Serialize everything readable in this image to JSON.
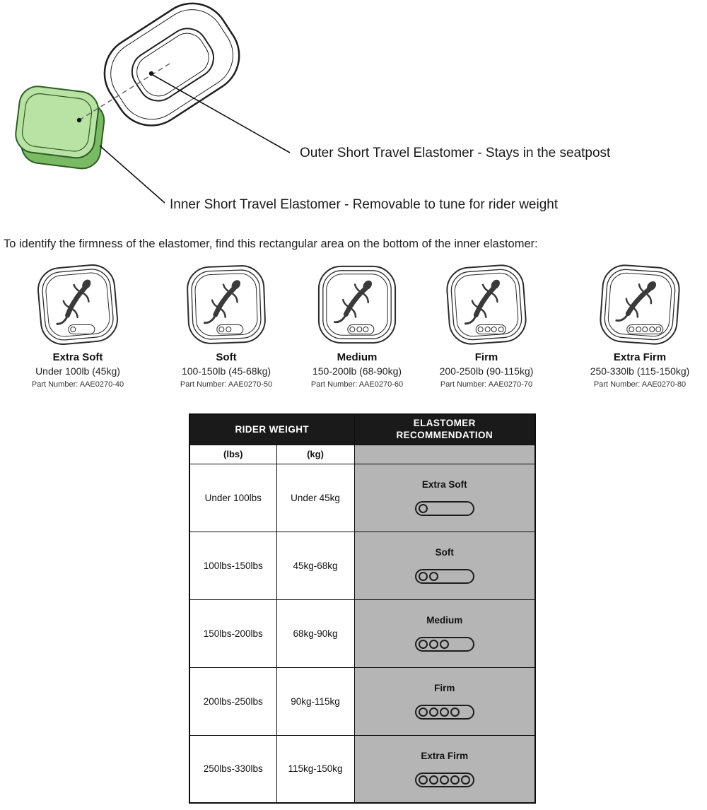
{
  "colors": {
    "elastomer_green": "#b9e3a4",
    "table_gray": "#b5b5b5",
    "header_black": "#1a1a1a"
  },
  "diagram": {
    "outer_label": "Outer Short Travel Elastomer - Stays in the seatpost",
    "inner_label": "Inner Short Travel Elastomer  - Removable to tune for rider weight"
  },
  "intro": "To identify the firmness of the elastomer, find this rectangular area on the bottom of the inner elastomer:",
  "firmness_options": [
    {
      "name": "Extra Soft",
      "range": "Under 100lb (45kg)",
      "part": "Part Number: AAE0270-40",
      "dots": 1
    },
    {
      "name": "Soft",
      "range": "100-150lb (45-68kg)",
      "part": "Part Number: AAE0270-50",
      "dots": 2
    },
    {
      "name": "Medium",
      "range": "150-200lb (68-90kg)",
      "part": "Part Number: AAE0270-60",
      "dots": 3
    },
    {
      "name": "Firm",
      "range": "200-250lb (90-115kg)",
      "part": "Part Number: AAE0270-70",
      "dots": 4
    },
    {
      "name": "Extra Firm",
      "range": "250-330lb (115-150kg)",
      "part": "Part Number: AAE0270-80",
      "dots": 5
    }
  ],
  "table": {
    "header_rider_weight": "RIDER WEIGHT",
    "header_recommendation": "ELASTOMER RECOMMENDATION",
    "subheader_lbs": "(lbs)",
    "subheader_kg": "(kg)",
    "rows": [
      {
        "lbs": "Under 100lbs",
        "kg": "Under 45kg",
        "recommendation": "Extra Soft",
        "dots": 1
      },
      {
        "lbs": "100lbs-150lbs",
        "kg": "45kg-68kg",
        "recommendation": "Soft",
        "dots": 2
      },
      {
        "lbs": "150lbs-200lbs",
        "kg": "68kg-90kg",
        "recommendation": "Medium",
        "dots": 3
      },
      {
        "lbs": "200lbs-250lbs",
        "kg": "90kg-115kg",
        "recommendation": "Firm",
        "dots": 4
      },
      {
        "lbs": "250lbs-330lbs",
        "kg": "115kg-150kg",
        "recommendation": "Extra Firm",
        "dots": 5
      }
    ]
  }
}
